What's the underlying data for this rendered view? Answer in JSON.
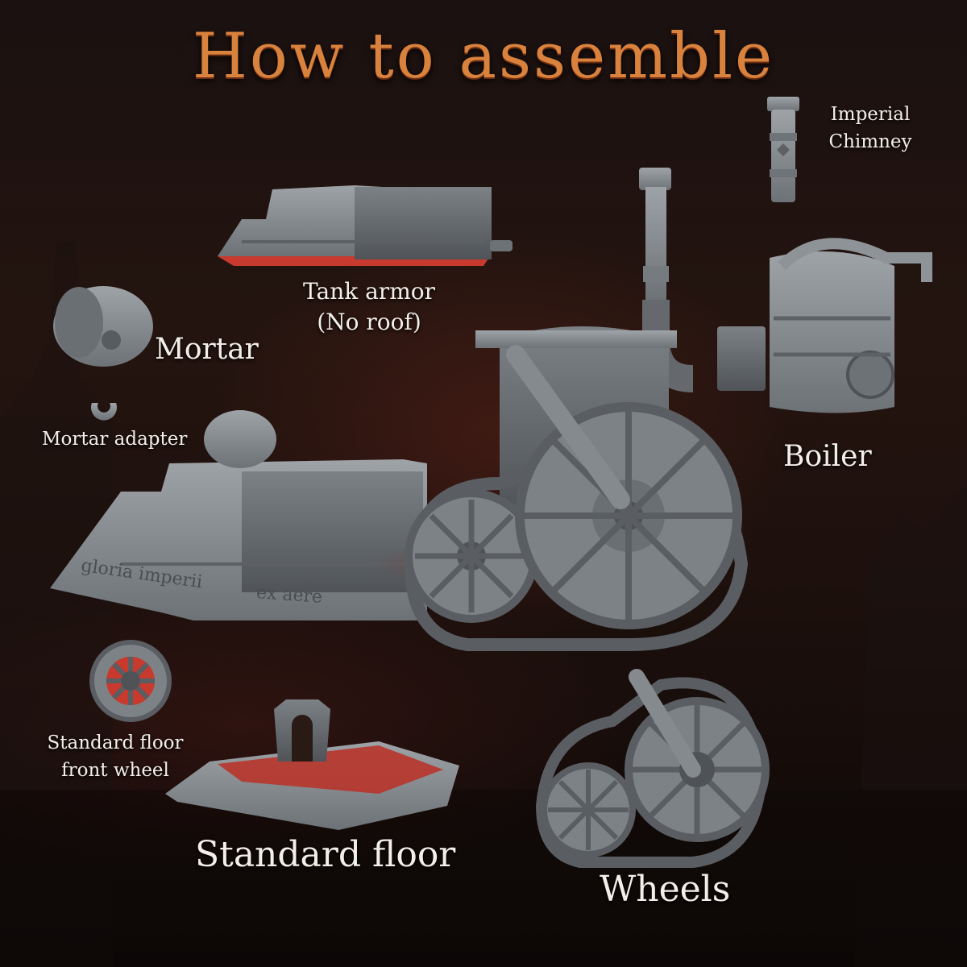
{
  "title": "How to assemble",
  "labels": {
    "imperial_chimney": [
      "Imperial",
      "Chimney"
    ],
    "tank_armor": [
      "Tank armor",
      "(No roof)"
    ],
    "mortar": "Mortar",
    "mortar_adapter": "Mortar adapter",
    "boiler": "Boiler",
    "standard_floor_front_wheel": [
      "Standard floor",
      "front wheel"
    ],
    "standard_floor": "Standard floor",
    "wheels": "Wheels"
  },
  "hull_engravings": [
    "gloria imperii",
    "ex aere"
  ],
  "colors": {
    "title": "#d9823d",
    "label": "#f3efe8",
    "model_grey": "#8a8f93",
    "accent_red": "#c8392e"
  }
}
